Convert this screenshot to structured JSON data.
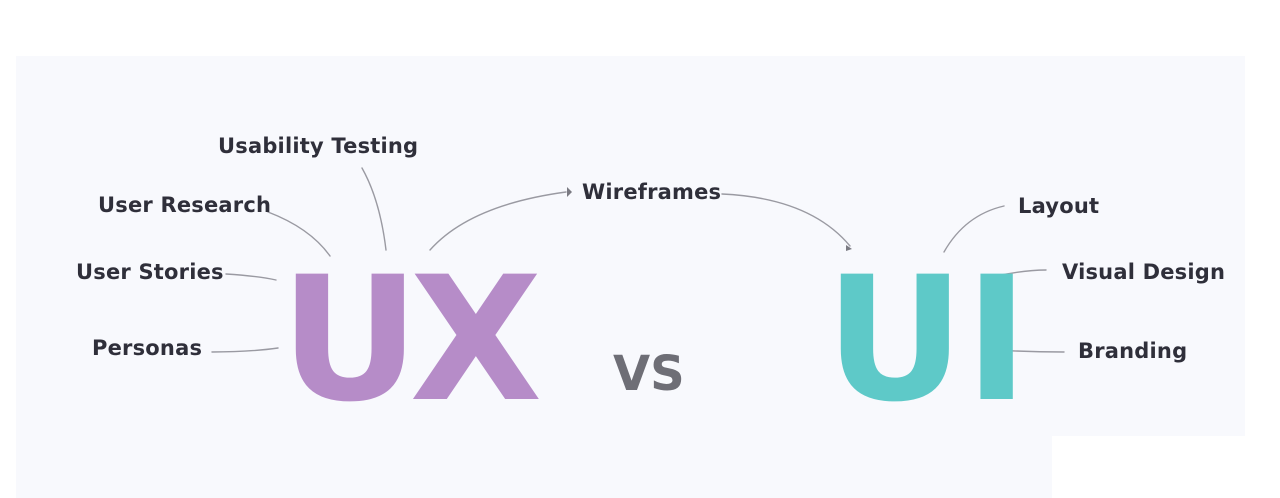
{
  "colors": {
    "ux": "#b68cc8",
    "ui": "#5ec9c8",
    "vs": "#6e6e76",
    "line": "#9a9aa2",
    "label": "#2f2f3a"
  },
  "ux": {
    "title": "UX",
    "items": [
      "Usability Testing",
      "User Research",
      "User Stories",
      "Personas"
    ]
  },
  "vs": "VS",
  "shared": "Wireframes",
  "ui": {
    "title": "UI",
    "items": [
      "Layout",
      "Visual Design",
      "Branding"
    ]
  }
}
